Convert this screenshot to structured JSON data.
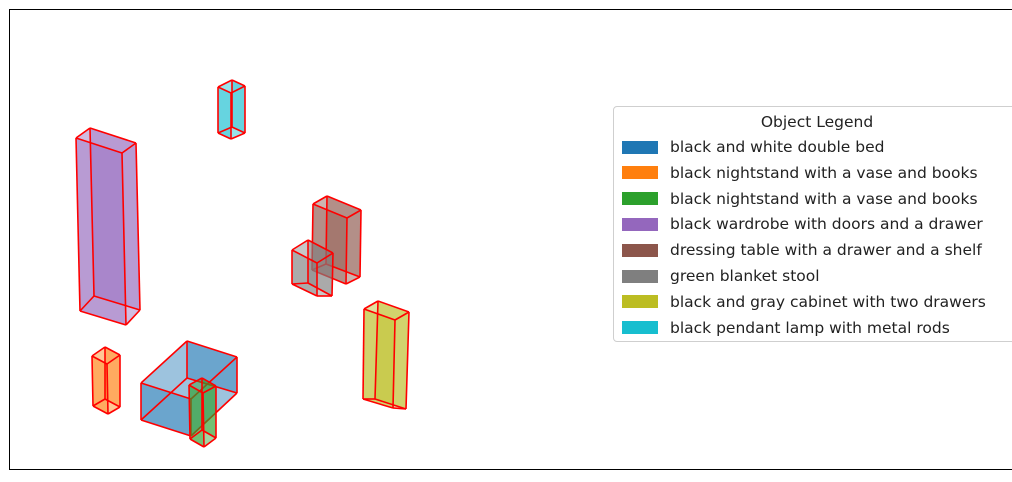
{
  "legend": {
    "title": "Object Legend",
    "entries": [
      {
        "label": "black and white double bed",
        "color": "#1f77b4"
      },
      {
        "label": "black nightstand with a vase and books",
        "color": "#ff7f0e"
      },
      {
        "label": "black nightstand with a vase and books",
        "color": "#2ca02c"
      },
      {
        "label": "black wardrobe with doors and a drawer",
        "color": "#9467bd"
      },
      {
        "label": "dressing table with a drawer and a shelf",
        "color": "#8c564b"
      },
      {
        "label": "green blanket stool",
        "color": "#7f7f7f"
      },
      {
        "label": "black and gray cabinet with two drawers",
        "color": "#bcbd22"
      },
      {
        "label": "black pendant lamp with metal rods",
        "color": "#17becf"
      }
    ]
  },
  "edge_color": "#ff0000",
  "boxes": [
    {
      "name": "wardrobe-box",
      "color": "#9467bd"
    },
    {
      "name": "pendant-lamp-box",
      "color": "#17becf"
    },
    {
      "name": "dressing-table-box",
      "color": "#8c564b"
    },
    {
      "name": "blanket-stool-box",
      "color": "#7f7f7f"
    },
    {
      "name": "cabinet-box",
      "color": "#bcbd22"
    },
    {
      "name": "nightstand-orange-box",
      "color": "#ff7f0e"
    },
    {
      "name": "double-bed-box",
      "color": "#1f77b4"
    },
    {
      "name": "nightstand-green-box",
      "color": "#2ca02c"
    }
  ]
}
